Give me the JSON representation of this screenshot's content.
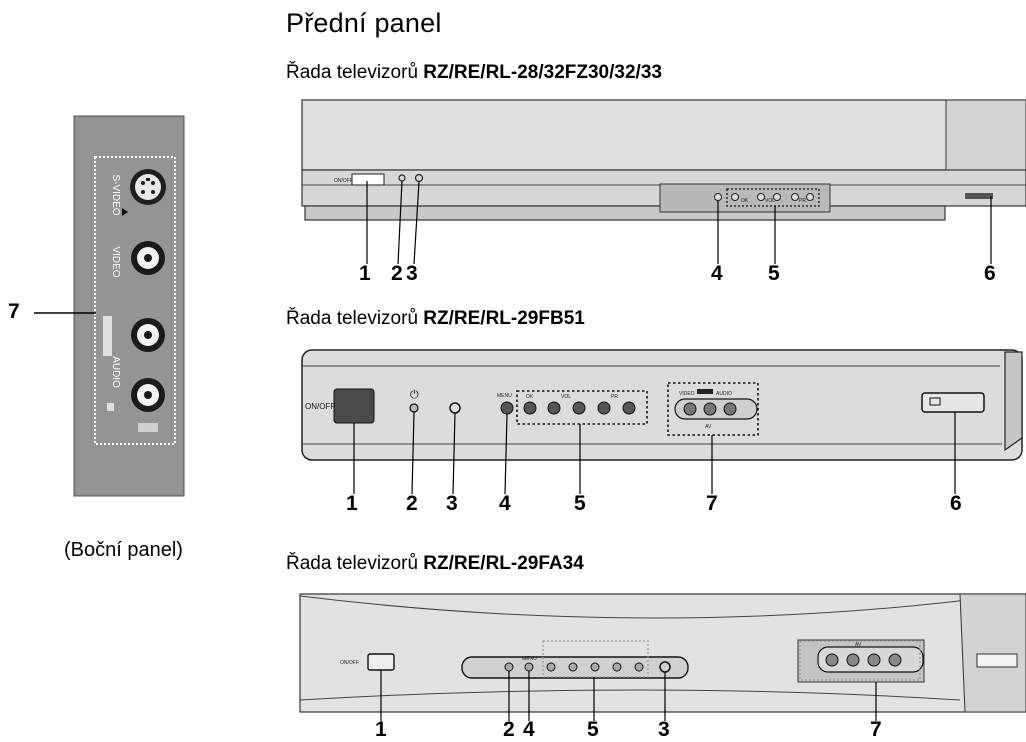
{
  "page": {
    "title": "Přední panel",
    "side_caption": "(Boční panel)"
  },
  "series_rows": [
    {
      "prefix": "Řada televizorů ",
      "model": "RZ/RE/RL-28/32FZ30/32/33"
    },
    {
      "prefix": "Řada televizorů ",
      "model": "RZ/RE/RL-29FB51"
    },
    {
      "prefix": "Řada televizorů ",
      "model": "RZ/RE/RL-29FA34"
    }
  ],
  "side_panel": {
    "callout": "7",
    "labels": {
      "svideo": "S-VIDEO",
      "video": "VIDEO",
      "audio": "AUDIO"
    }
  },
  "panel1": {
    "callouts": [
      "1",
      "2",
      "3",
      "4",
      "5",
      "6"
    ],
    "labels": {
      "onoff": "ON/OFF",
      "ok": "OK",
      "vol": "VOL",
      "pr": "PR"
    }
  },
  "panel2": {
    "callouts": [
      "1",
      "2",
      "3",
      "4",
      "5",
      "7",
      "6"
    ],
    "labels": {
      "onoff": "ON/OFF",
      "menu": "MENU",
      "ok": "OK",
      "vol": "VOL",
      "pr": "PR",
      "video": "VIDEO",
      "audio": "AUDIO",
      "av": "AV"
    }
  },
  "panel3": {
    "callouts": [
      "1",
      "2",
      "4",
      "5",
      "3",
      "7"
    ],
    "labels": {
      "onoff": "ON/OFF",
      "menu": "MENU",
      "av": "AV"
    }
  },
  "colors": {
    "panel": "#d9d9d9",
    "panel_dark": "#a9a9a9",
    "side_bg": "#8c8c8c",
    "outline": "#1a1a1a"
  }
}
